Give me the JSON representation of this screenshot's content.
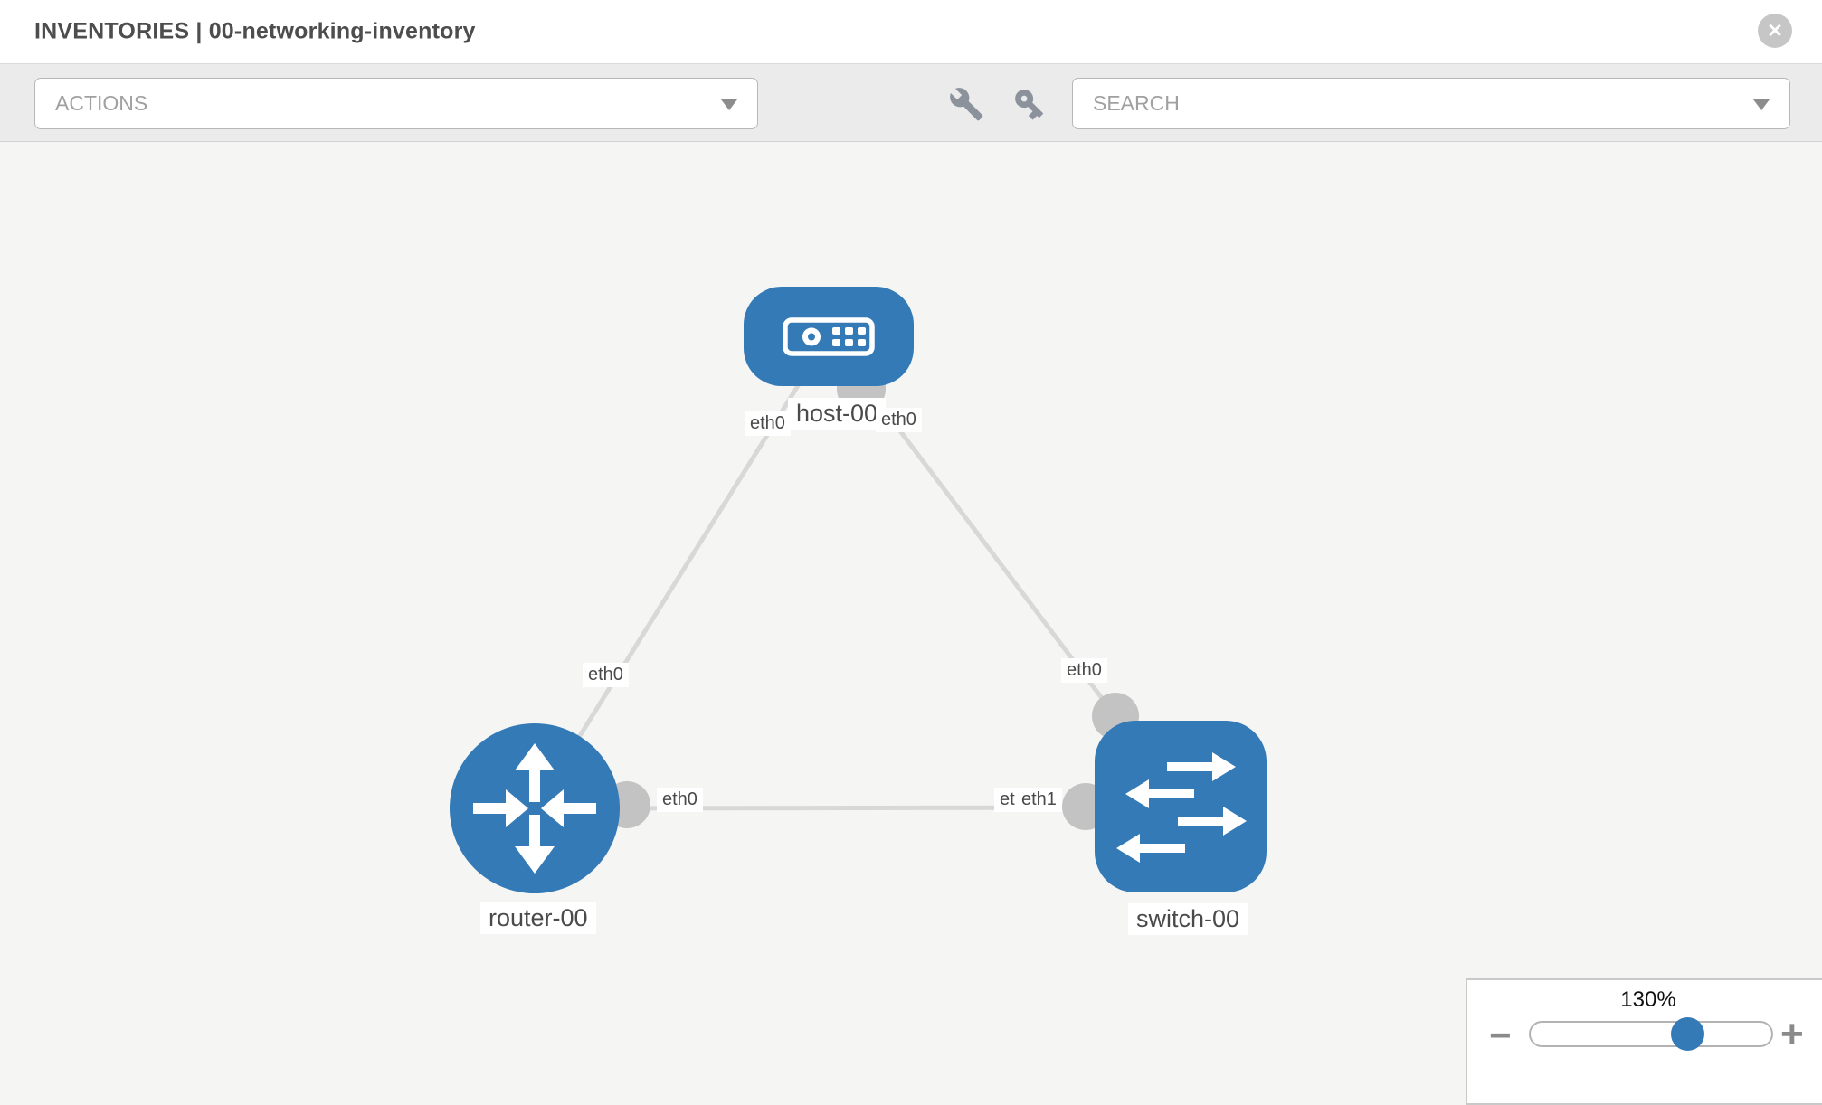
{
  "header": {
    "title": "INVENTORIES | 00-networking-inventory",
    "close_glyph": "✕"
  },
  "toolbar": {
    "actions_placeholder": "ACTIONS",
    "search_placeholder": "SEARCH",
    "tool_icons": [
      "wrench",
      "key"
    ]
  },
  "canvas": {
    "nodes": [
      {
        "name": "host-00",
        "type": "host",
        "shape": "rounded-rect"
      },
      {
        "name": "router-00",
        "type": "router",
        "shape": "circle"
      },
      {
        "name": "switch-00",
        "type": "switch",
        "shape": "rounded-square"
      }
    ],
    "links": [
      {
        "from": "host-00",
        "to": "router-00"
      },
      {
        "from": "host-00",
        "to": "switch-00"
      },
      {
        "from": "router-00",
        "to": "switch-00"
      }
    ],
    "interface_labels": [
      {
        "link": "host-00/router-00",
        "end": "host-00",
        "text": "eth0"
      },
      {
        "link": "host-00/switch-00",
        "end": "host-00",
        "text": "eth0"
      },
      {
        "link": "host-00/router-00",
        "end": "router-00",
        "text": "eth0"
      },
      {
        "link": "host-00/switch-00",
        "end": "switch-00",
        "text": "eth0"
      },
      {
        "link": "router-00/switch-00",
        "end": "router-00",
        "text": "eth0"
      },
      {
        "link": "router-00/switch-00",
        "end": "switch-00",
        "text": "eth0"
      },
      {
        "link": "router-00/switch-00",
        "end": "switch-00",
        "text": "eth1"
      }
    ]
  },
  "zoom_control": {
    "value": "130%",
    "minus_glyph": "−",
    "plus_glyph": "+"
  },
  "colors": {
    "node_fill": "#337ab7",
    "link_stroke": "#d8d8d8",
    "port_fill": "#c3c3c3",
    "toolbar_bg": "#ebebeb",
    "canvas_bg": "#f5f5f4",
    "icon_gray": "#8b929b",
    "title_text": "#4d4d4d",
    "placeholder_text": "#a0a0a0",
    "slider_thumb": "#337ab7"
  }
}
